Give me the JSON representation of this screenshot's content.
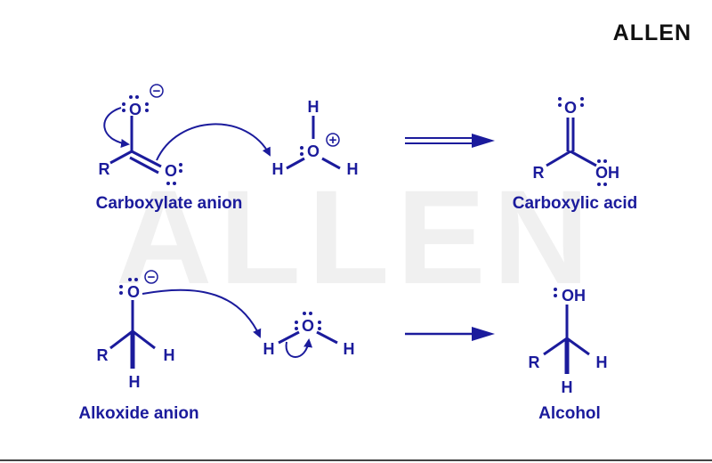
{
  "brand": {
    "logo_text": "ALLEN",
    "watermark_text": "ALLEN"
  },
  "colors": {
    "ink": "#1b1b9c",
    "background": "#ffffff",
    "watermark": "#f0f0f0",
    "logo": "#111111",
    "footer_line": "#444444"
  },
  "reactions": [
    {
      "reactant_label": "Carboxylate anion",
      "product_label": "Carboxylic acid",
      "reactant": {
        "carbonyl_o": "O",
        "anion_o": "O",
        "charge": "−",
        "r_group": "R"
      },
      "hydronium": {
        "o": "O",
        "h_top": "H",
        "h_left": "H",
        "h_right": "H",
        "charge": "+"
      },
      "product": {
        "carbonyl_o": "O",
        "oh": "OH",
        "r_group": "R"
      }
    },
    {
      "reactant_label": "Alkoxide anion",
      "product_label": "Alcohol",
      "reactant": {
        "o": "O",
        "charge": "−",
        "r_group": "R",
        "h_right": "H",
        "h_bottom": "H"
      },
      "water": {
        "o": "O",
        "h_left": "H",
        "h_right": "H"
      },
      "product": {
        "oh": "OH",
        "r_group": "R",
        "h_right": "H",
        "h_bottom": "H"
      }
    }
  ]
}
